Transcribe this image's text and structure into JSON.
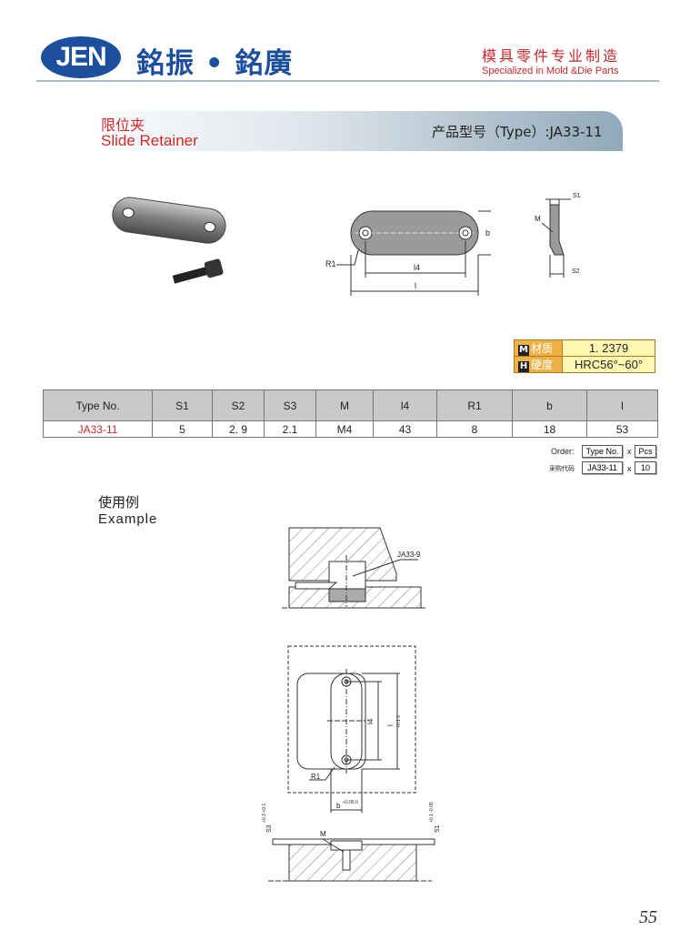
{
  "header": {
    "logo_text": "JEN",
    "brand": "銘振 • 銘廣",
    "slogan_cn": "模具零件专业制造",
    "slogan_en": "Specialized in Mold &Die Parts"
  },
  "title": {
    "name_cn": "限位夹",
    "name_en": "Slide Retainer",
    "type_label": "产品型号（Type）:JA33-11"
  },
  "drawing_labels": {
    "r1": "R1",
    "l4": "l4",
    "l": "l",
    "b": "b",
    "m": "M",
    "s1": "S1",
    "s2": "S2"
  },
  "material": {
    "m_badge": "M",
    "m_label": "材质",
    "m_value": "1. 2379",
    "h_badge": "H",
    "h_label": "硬度",
    "h_value": "HRC56°~60°"
  },
  "spec_table": {
    "headers": [
      "Type No.",
      "S1",
      "S2",
      "S3",
      "M",
      "l4",
      "R1",
      "b",
      "l"
    ],
    "rows": [
      [
        "JA33-11",
        "5",
        "2. 9",
        "2.1",
        "M4",
        "43",
        "8",
        "18",
        "53"
      ]
    ]
  },
  "order": {
    "label": "Order:",
    "type_box": "Type No.",
    "x": "x",
    "pcs_box": "Pcs",
    "code_label": "采购代码",
    "code_value": "JA33-11",
    "qty": "10"
  },
  "example": {
    "title_cn": "使用例",
    "title_en": "Example",
    "part_label": "JA33-9",
    "r1": "R1",
    "l4": "l4",
    "l": "l",
    "l_tol": "+0.1 0",
    "b": "b",
    "b_tol": "+0.05 0",
    "m": "M",
    "s3": "S3",
    "s3_tol": "+0.3 +0.1",
    "s1": "S1",
    "s1_tol": "+0.1 -0.05"
  },
  "page_number": "55"
}
